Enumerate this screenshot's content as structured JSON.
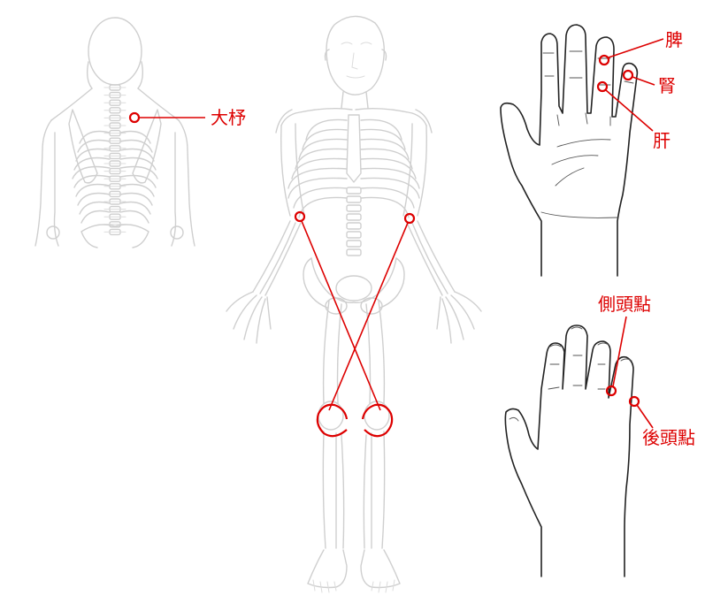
{
  "colors": {
    "marker": "#dd0000",
    "skeleton": "#cfcfcf",
    "hand_outline": "#222222",
    "background": "#ffffff"
  },
  "points": [
    {
      "id": "dazhu",
      "label": "大杼",
      "location": "upper back"
    },
    {
      "id": "pi",
      "label": "脾",
      "location": "palm finger"
    },
    {
      "id": "shen",
      "label": "腎",
      "location": "palm finger"
    },
    {
      "id": "gan",
      "label": "肝",
      "location": "palm finger"
    },
    {
      "id": "cetoudian",
      "label": "側頭點",
      "location": "back of hand"
    },
    {
      "id": "houtoudian",
      "label": "後頭點",
      "location": "back of hand"
    }
  ],
  "connections": [
    {
      "from": "left elbow",
      "to": "right knee"
    },
    {
      "from": "right elbow",
      "to": "left knee"
    }
  ]
}
